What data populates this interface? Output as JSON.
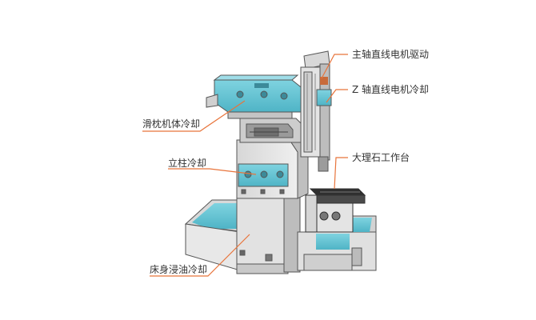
{
  "labels": {
    "spindle_motor": "主轴直线电机驱动",
    "z_axis_motor": "Z 轴直线电机冷却",
    "ram_cooling": "滑枕机体冷却",
    "column_cooling": "立柱冷却",
    "marble_table": "大理石工作台",
    "bed_oil_cooling": "床身浸油冷却"
  },
  "colors": {
    "leader_line": "#e8743b",
    "cooling_highlight": "#5bbfd0",
    "machine_body": "#e6e6e6",
    "outline": "#555555",
    "marble": "#3a3a3a"
  }
}
